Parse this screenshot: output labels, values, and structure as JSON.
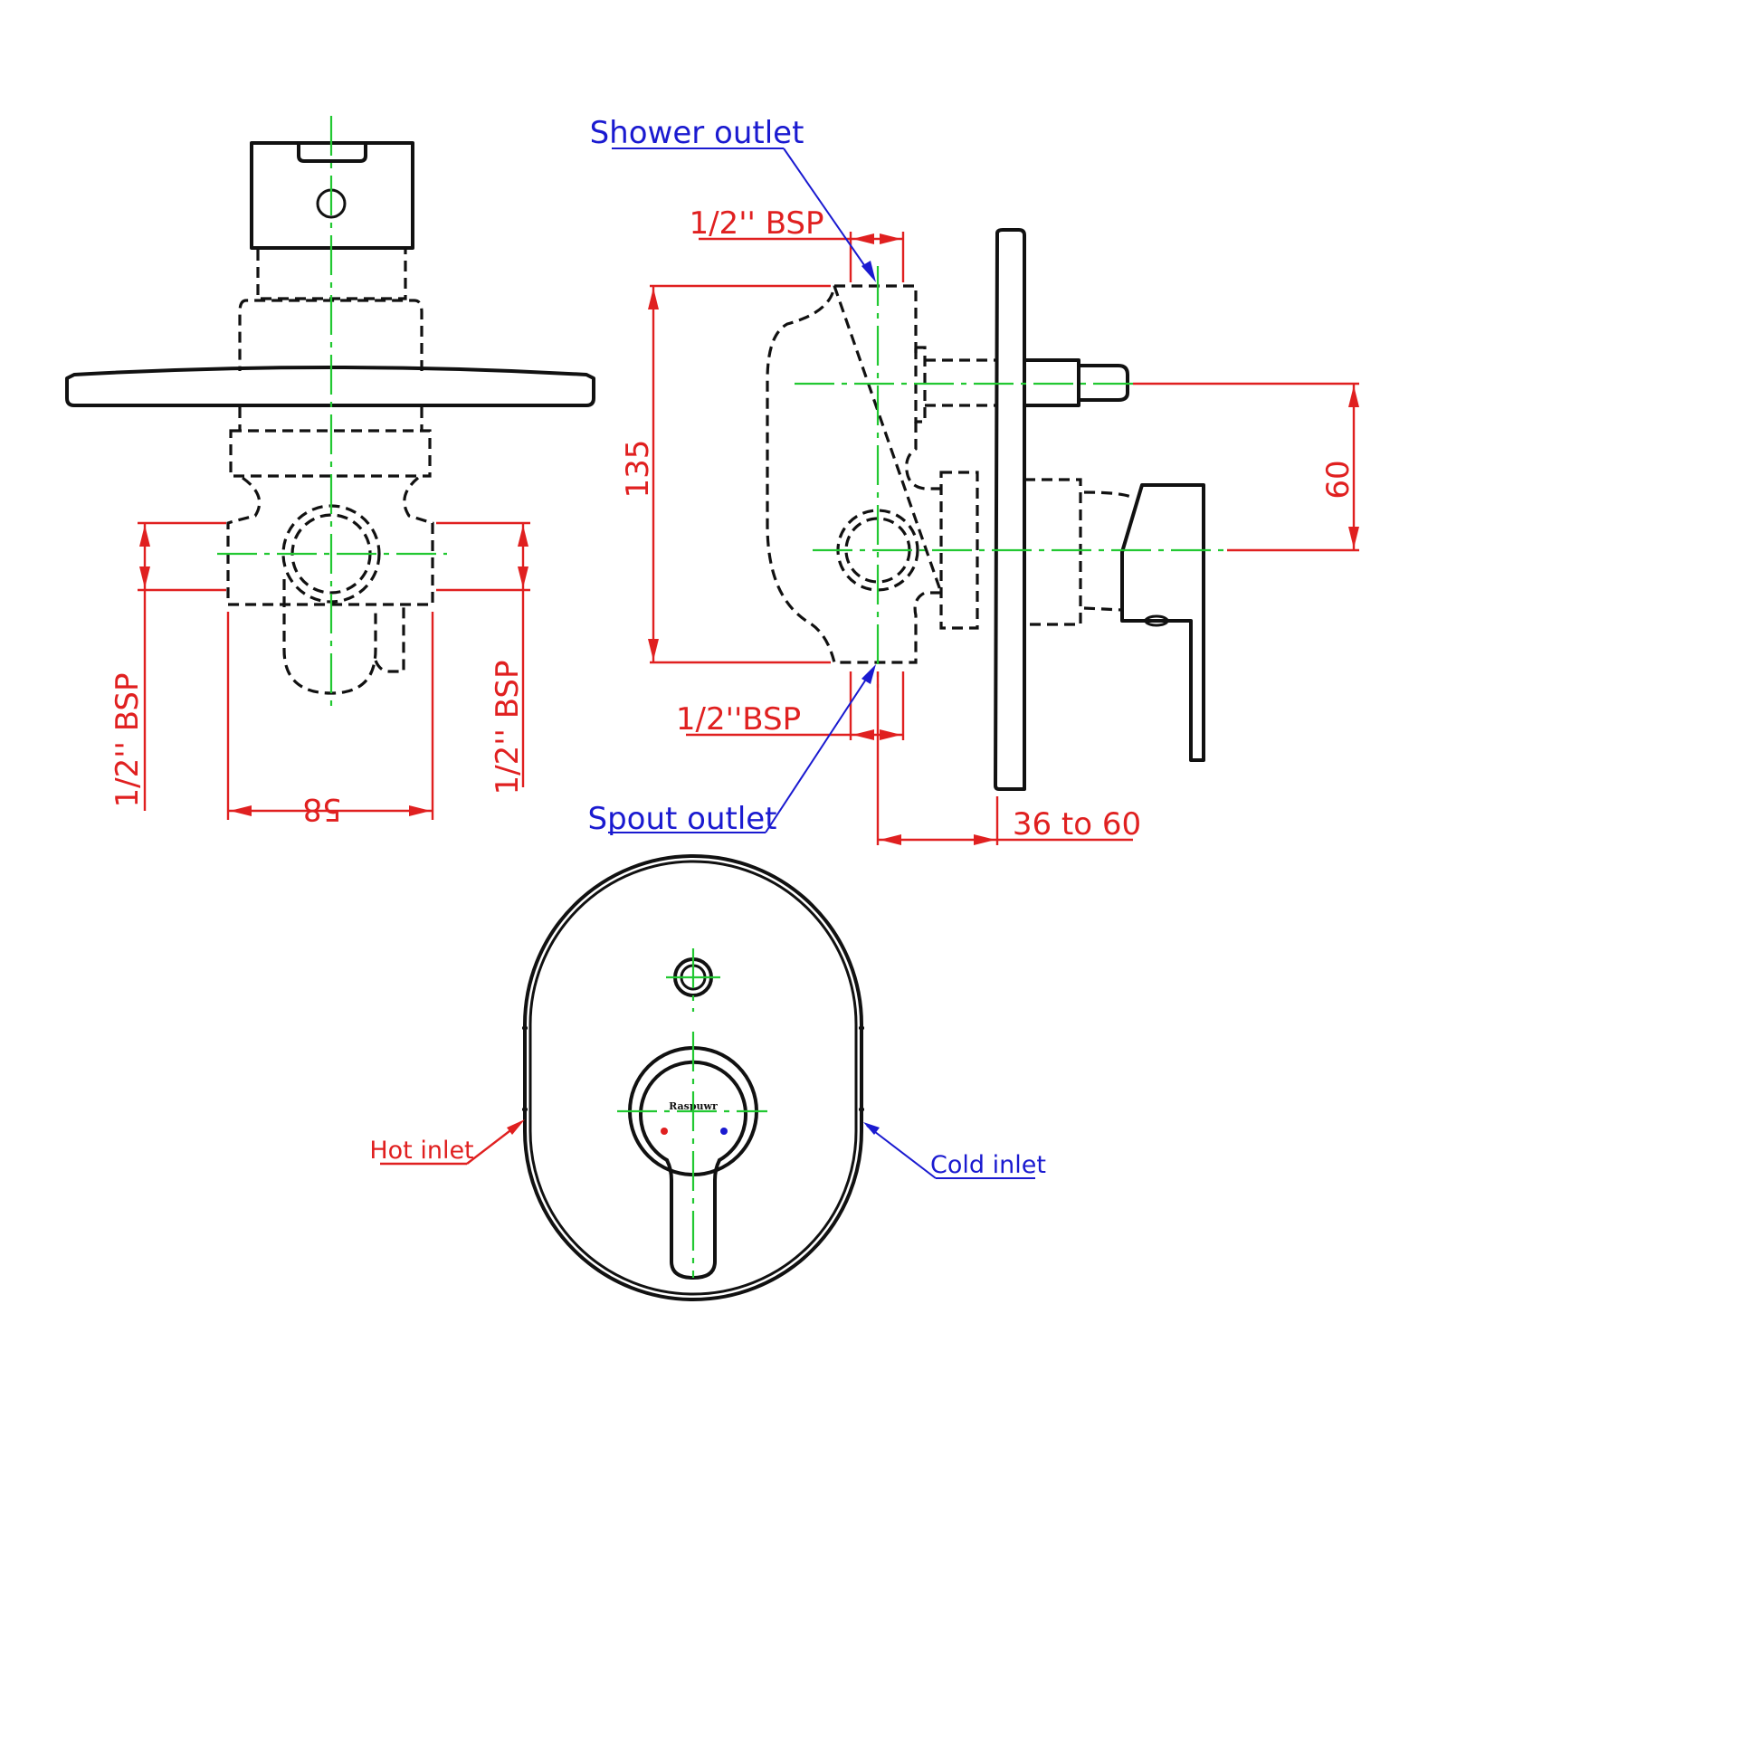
{
  "labels": {
    "shower_outlet": "Shower outlet",
    "spout_outlet": "Spout outlet",
    "hot_inlet": "Hot inlet",
    "cold_inlet": "Cold inlet",
    "brand": "Raspuwr"
  },
  "dimensions": {
    "left_bsp": "1/2'' BSP",
    "right_bsp": "1/2'' BSP",
    "body_width": "58",
    "top_bsp": "1/2'' BSP",
    "bottom_bsp": "1/2''BSP",
    "body_height": "135",
    "handle_offset": "60",
    "wall_depth": "36 to 60"
  },
  "colors": {
    "outline": "#111111",
    "centerline": "#22c832",
    "dimension": "#e02020",
    "leader": "#1a1ad0",
    "hot_dot": "#e02020",
    "cold_dot": "#1a1ad0"
  }
}
